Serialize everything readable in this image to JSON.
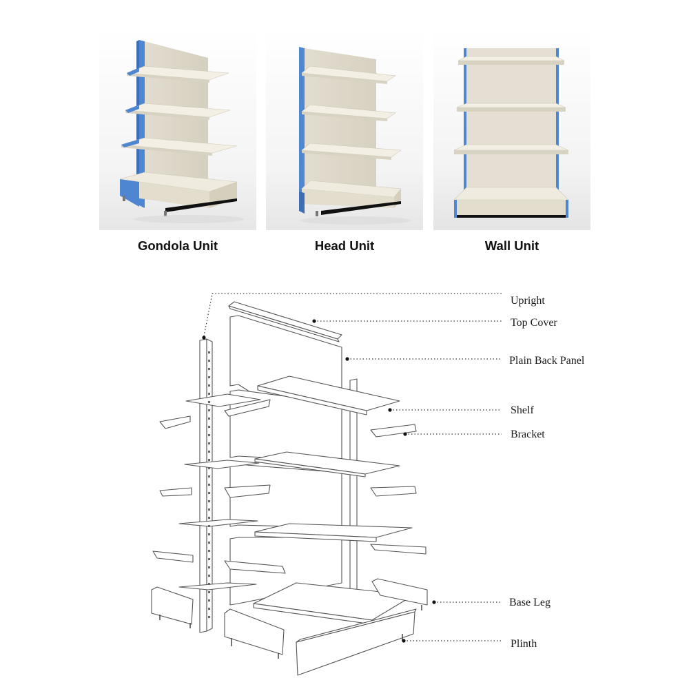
{
  "units": [
    {
      "label": "Gondola Unit",
      "icon": "gondola-unit-illustration"
    },
    {
      "label": "Head Unit",
      "icon": "head-unit-illustration"
    },
    {
      "label": "Wall Unit",
      "icon": "wall-unit-illustration"
    }
  ],
  "parts": [
    {
      "label": "Upright"
    },
    {
      "label": "Top Cover"
    },
    {
      "label": "Plain Back Panel"
    },
    {
      "label": "Shelf"
    },
    {
      "label": "Bracket"
    },
    {
      "label": "Base Leg"
    },
    {
      "label": "Plinth"
    }
  ],
  "colors": {
    "upright_blue": "#4f86d1",
    "panel_cream": "#e9e4d6",
    "shelf_face": "#f3efe4",
    "photo_bg": "#eeeeee"
  }
}
